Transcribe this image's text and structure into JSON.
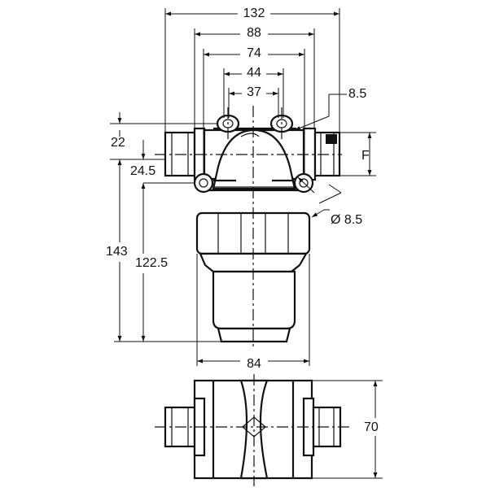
{
  "dimensions": {
    "width_132": "132",
    "width_88": "88",
    "width_74": "74",
    "width_44": "44",
    "width_37": "37",
    "slot_8_5": "8.5",
    "height_22": "22",
    "height_24_5": "24.5",
    "height_143": "143",
    "height_122_5": "122.5",
    "width_84": "84",
    "thread_f": "F",
    "hole_dia": "Ø 8.5",
    "depth_70": "70"
  }
}
